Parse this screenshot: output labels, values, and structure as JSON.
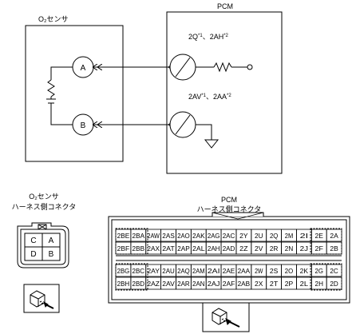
{
  "top": {
    "sensor_title": "O₂センサ",
    "pcm_title": "PCM",
    "pin_a": "A",
    "pin_b": "B",
    "upper_terminal": "2Q",
    "upper_terminal_sup": "*1",
    "upper_separator": "、",
    "upper_terminal2": "2AH",
    "upper_terminal2_sup": "*2",
    "lower_terminal": "2AV",
    "lower_terminal_sup": "*1",
    "lower_separator": "、",
    "lower_terminal2": "2AA",
    "lower_terminal2_sup": "*2"
  },
  "sensor_connector": {
    "title_line1": "O₂センサ",
    "title_line2": "ハーネス側コネクタ",
    "cells": [
      "C",
      "A",
      "D",
      "B"
    ]
  },
  "pcm_connector": {
    "title_line1": "PCM",
    "title_line2": "ハーネス側コネクタ",
    "rows": [
      [
        "2BE",
        "2BA",
        "2AW",
        "2AS",
        "2AO",
        "2AK",
        "2AG",
        "2AC",
        "2Y",
        "2U",
        "2Q",
        "2M",
        "2I",
        "2E",
        "2A"
      ],
      [
        "2BF",
        "2BB",
        "2AX",
        "2AT",
        "2AP",
        "2AL",
        "2AH",
        "2AD",
        "2Z",
        "2V",
        "2R",
        "2N",
        "2J",
        "2F",
        "2B"
      ],
      [
        "2BG",
        "2BC",
        "2AY",
        "2AU",
        "2AQ",
        "2AM",
        "2AI",
        "2AE",
        "2AA",
        "2W",
        "2S",
        "2O",
        "2K",
        "2G",
        "2C"
      ],
      [
        "2BH",
        "2BD",
        "2AZ",
        "2AV",
        "2AR",
        "2AN",
        "2AJ",
        "2AF",
        "2AB",
        "2X",
        "2T",
        "2P",
        "2L",
        "2H",
        "2D"
      ]
    ]
  }
}
